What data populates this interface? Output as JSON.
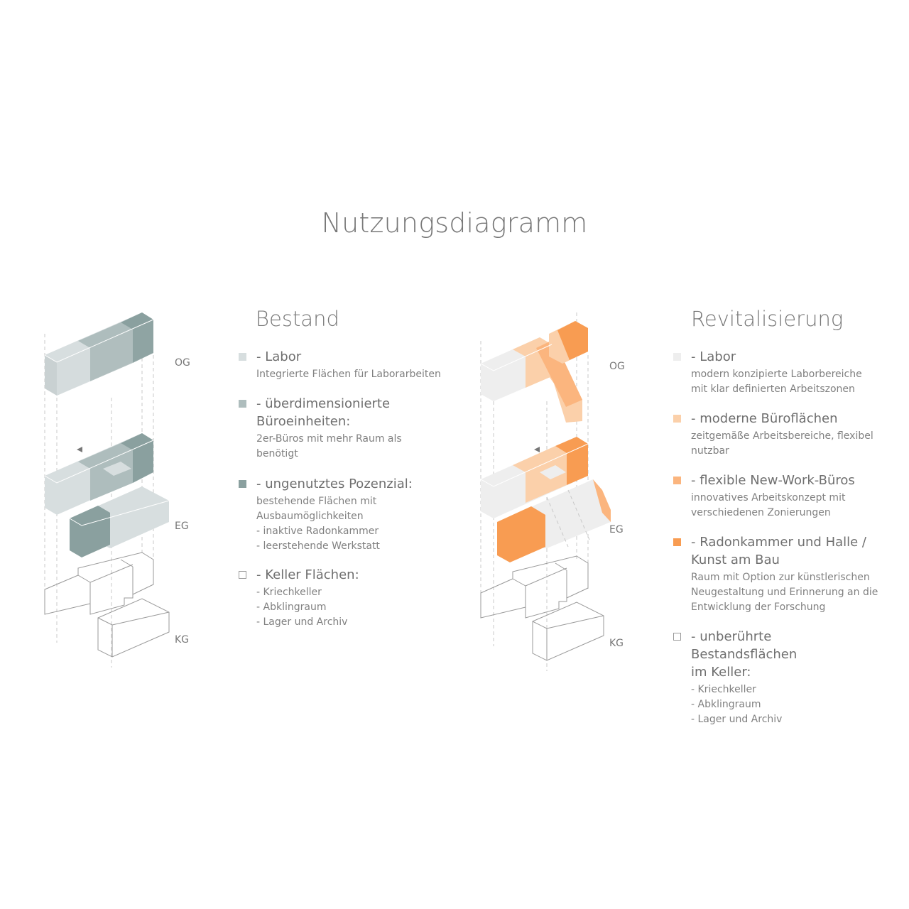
{
  "title": "Nutzungsdiagramm",
  "floors": {
    "og": "OG",
    "eg": "EG",
    "kg": "KG"
  },
  "colors": {
    "bestand_labor": "#d7dedf",
    "bestand_buero": "#aebdbd",
    "bestand_potenzial": "#8aa09f",
    "revital_labor": "#eeeeee",
    "revital_buero": "#fbd0aa",
    "revital_newwork": "#fbb57e",
    "revital_radon": "#f89c52",
    "outline": "#ffffff"
  },
  "bestand": {
    "title": "Bestand",
    "items": [
      {
        "title": [
          "- Labor"
        ],
        "desc": [
          "Integrierte Flächen für Laborarbeiten"
        ]
      },
      {
        "title": [
          "- überdimensionierte",
          "Büroeinheiten:"
        ],
        "desc": [
          "2er-Büros mit mehr Raum als",
          "benötigt"
        ]
      },
      {
        "title": [
          "- ungenutztes Pozenzial:"
        ],
        "desc": [
          "bestehende Flächen mit",
          "Ausbaumöglichkeiten",
          "- inaktive Radonkammer",
          "- leerstehende Werkstatt"
        ]
      },
      {
        "title": [
          "- Keller Flächen:"
        ],
        "desc": [
          "- Kriechkeller",
          "- Abklingraum",
          "- Lager und Archiv"
        ]
      }
    ]
  },
  "revitalisierung": {
    "title": "Revitalisierung",
    "items": [
      {
        "title": [
          "- Labor"
        ],
        "desc": [
          "modern konzipierte Laborbereiche",
          "mit klar definierten Arbeitszonen"
        ]
      },
      {
        "title": [
          "- moderne Büroflächen"
        ],
        "desc": [
          "zeitgemäße Arbeitsbereiche, flexibel",
          "nutzbar"
        ]
      },
      {
        "title": [
          "- flexible New-Work-Büros"
        ],
        "desc": [
          "innovatives Arbeitskonzept mit",
          "verschiedenen Zonierungen"
        ]
      },
      {
        "title": [
          "- Radonkammer und Halle /",
          "Kunst am Bau"
        ],
        "desc": [
          "Raum mit Option zur künstlerischen",
          "Neugestaltung und Erinnerung an die",
          "Entwicklung der Forschung"
        ]
      },
      {
        "title": [
          "- unberührte Bestandsflächen",
          "im Keller:"
        ],
        "desc": [
          "- Kriechkeller",
          "- Abklingraum",
          "- Lager und Archiv"
        ]
      }
    ]
  }
}
